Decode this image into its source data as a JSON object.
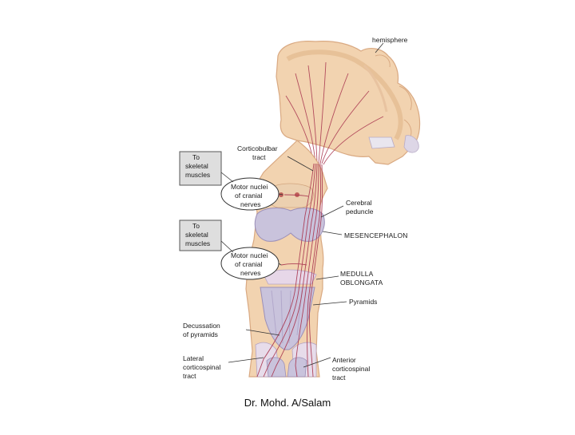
{
  "labels": {
    "hemisphere": "hemisphere",
    "corticobulbar": [
      "Corticobulbar",
      "tract"
    ],
    "box_top": [
      "To",
      "skeletal",
      "muscles"
    ],
    "box_bottom": [
      "To",
      "skeletal",
      "muscles"
    ],
    "motor_top": [
      "Motor nuclei",
      "of cranial",
      "nerves"
    ],
    "motor_bottom": [
      "Motor nuclei",
      "of cranial",
      "nerves"
    ],
    "cerebral_peduncle": [
      "Cerebral",
      "peduncle"
    ],
    "mesencephalon": "MESENCEPHALON",
    "medulla": [
      "MEDULLA",
      "OBLONGATA"
    ],
    "pyramids": "Pyramids",
    "decussation": [
      "Decussation",
      "of pyramids"
    ],
    "lateral": [
      "Lateral",
      "corticospinal",
      "tract"
    ],
    "anterior": [
      "Anterior",
      "corticospinal",
      "tract"
    ]
  },
  "footer": {
    "credit": "Dr. Mohd. A/Salam"
  },
  "colors": {
    "tissue": "#f2d3b0",
    "tissue_dark": "#d9a982",
    "tract": "#a8344e",
    "lavender": "#c9c3dc",
    "box": "#dedede"
  }
}
